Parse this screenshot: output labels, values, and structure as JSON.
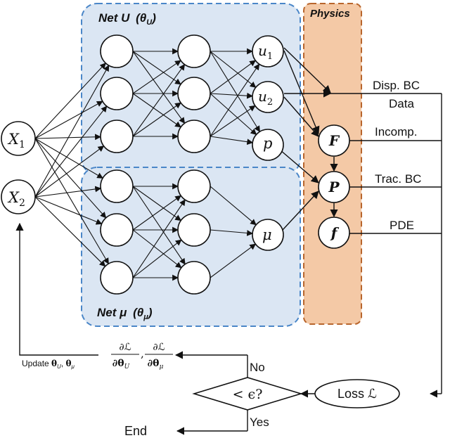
{
  "net_u": {
    "title": "Net U",
    "param": "(θ",
    "param_sub": "U",
    "param_close": ")"
  },
  "net_mu": {
    "title": "Net μ",
    "param": "(θ",
    "param_sub": "μ",
    "param_close": ")"
  },
  "physics": {
    "title": "Physics"
  },
  "inputs": {
    "x1": {
      "main": "X",
      "sub": "1"
    },
    "x2": {
      "main": "X",
      "sub": "2"
    }
  },
  "outputs": {
    "u1": {
      "main": "u",
      "sub": "1"
    },
    "u2": {
      "main": "u",
      "sub": "2"
    },
    "p": {
      "main": "p"
    },
    "mu": {
      "main": "μ"
    }
  },
  "physics_nodes": {
    "F": "F",
    "P": "P",
    "f": "f"
  },
  "right_labels": {
    "disp_bc": "Disp. BC",
    "data": "Data",
    "incomp": "Incomp.",
    "trac_bc": "Trac. BC",
    "pde": "PDE"
  },
  "loss": {
    "label": "Loss ℒ"
  },
  "decision": {
    "label": "< ϵ?"
  },
  "no_label": "No",
  "yes_label": "Yes",
  "end_label": "End",
  "gradient": {
    "num": "∂ℒ",
    "den1": "∂θ",
    "den1_sub": "U",
    "den2": "∂θ",
    "den2_sub": "μ",
    "comma": ","
  },
  "update": {
    "prefix": "Update ",
    "theta1": "θ",
    "theta1_sub": "U",
    "sep": ", ",
    "theta2": "θ",
    "theta2_sub": "μ"
  }
}
